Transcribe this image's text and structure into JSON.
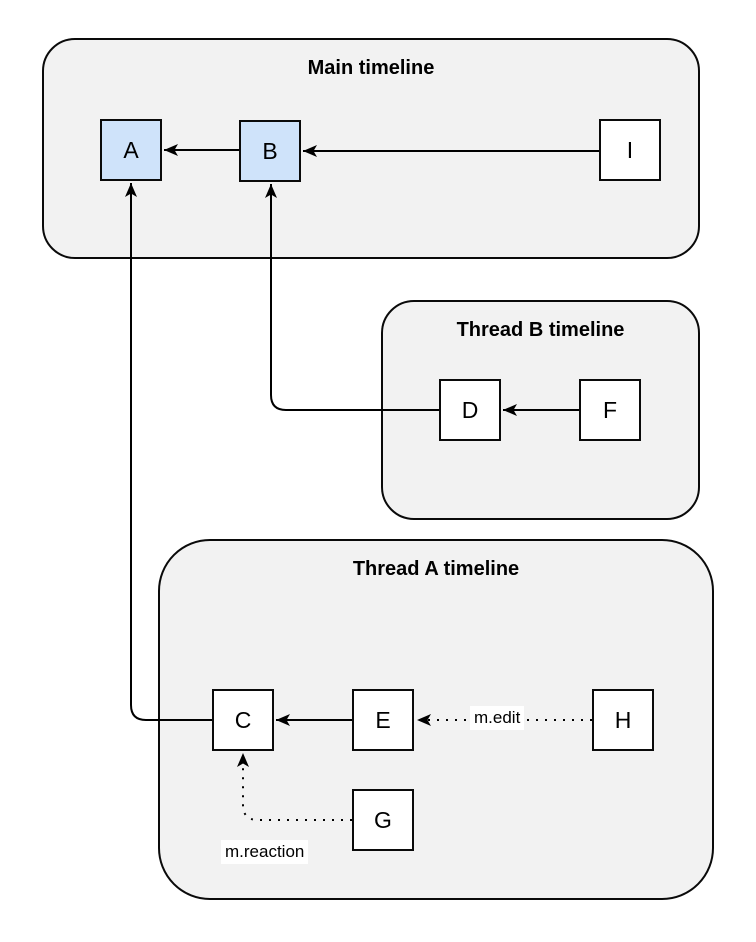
{
  "diagram": {
    "containers": [
      {
        "id": "main-timeline",
        "title": "Main timeline"
      },
      {
        "id": "thread-b-timeline",
        "title": "Thread B timeline"
      },
      {
        "id": "thread-a-timeline",
        "title": "Thread A timeline"
      }
    ],
    "nodes": [
      {
        "id": "A",
        "label": "A",
        "container": "main-timeline",
        "highlighted": true
      },
      {
        "id": "B",
        "label": "B",
        "container": "main-timeline",
        "highlighted": true
      },
      {
        "id": "I",
        "label": "I",
        "container": "main-timeline",
        "highlighted": false
      },
      {
        "id": "D",
        "label": "D",
        "container": "thread-b-timeline",
        "highlighted": false
      },
      {
        "id": "F",
        "label": "F",
        "container": "thread-b-timeline",
        "highlighted": false
      },
      {
        "id": "C",
        "label": "C",
        "container": "thread-a-timeline",
        "highlighted": false
      },
      {
        "id": "E",
        "label": "E",
        "container": "thread-a-timeline",
        "highlighted": false
      },
      {
        "id": "H",
        "label": "H",
        "container": "thread-a-timeline",
        "highlighted": false
      },
      {
        "id": "G",
        "label": "G",
        "container": "thread-a-timeline",
        "highlighted": false
      }
    ],
    "edges": [
      {
        "from": "B",
        "to": "A",
        "style": "solid",
        "label": ""
      },
      {
        "from": "I",
        "to": "B",
        "style": "solid",
        "label": ""
      },
      {
        "from": "F",
        "to": "D",
        "style": "solid",
        "label": ""
      },
      {
        "from": "D",
        "to": "B",
        "style": "solid",
        "label": ""
      },
      {
        "from": "E",
        "to": "C",
        "style": "solid",
        "label": ""
      },
      {
        "from": "C",
        "to": "A",
        "style": "solid",
        "label": ""
      },
      {
        "from": "H",
        "to": "E",
        "style": "dotted",
        "label": "m.edit"
      },
      {
        "from": "G",
        "to": "C",
        "style": "dotted",
        "label": "m.reaction"
      }
    ],
    "colors": {
      "container_fill": "#f2f2f2",
      "container_stroke": "#0a0a0a",
      "node_fill": "#ffffff",
      "node_highlight_fill": "#cfe3fa",
      "node_stroke": "#0a0a0a",
      "edge_color": "#000000",
      "label_background": "#ffffff"
    }
  }
}
